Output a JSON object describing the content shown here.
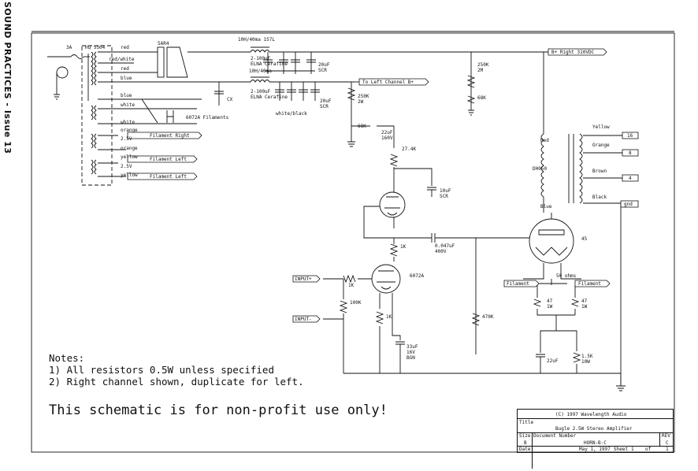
{
  "side_title": "SOUND PRACTICES - Issue 13",
  "notes": {
    "heading": "Notes:",
    "line1": "1) All resistors 0.5W unless specified",
    "line2": "2) Right channel shown, duplicate for left."
  },
  "disclaimer": "This schematic is for non-profit use only!",
  "title_block": {
    "copyright": "(C) 1997 Wavelength Audio",
    "title_label": "Title",
    "title": "Bugle 2.5W Stereo Amplifier",
    "size_label": "Size",
    "doc_label": "Document Number",
    "rev_label": "REV",
    "size": "B",
    "doc_number": "HORN-B-C",
    "rev": "C",
    "date_label": "Date:",
    "date": "May  1, 1997",
    "sheet_label": "Sheet",
    "sheet": "1",
    "of": "of",
    "sheets": "1"
  },
  "labels": {
    "fuse": "3A",
    "transformer": "HQ 5504",
    "rectifier": "5AR4",
    "choke1": "10H/40ma 157L",
    "choke2": "10H/40ma",
    "cap_elna1": "2-100uF\nELNA Cerafine",
    "cap_elna2": "2-100uF\nELNA Cerafine",
    "cap_scr1": "20uF\nSCR",
    "cap_scr2": "20uF\nSCR",
    "cx": "CX",
    "r_250k_2m": "250K\n2M",
    "r_68k_top": "68K",
    "r_250k_2w": "250K\n2W",
    "r_68k": "68K",
    "c_22uf_160v": "22uF\n160V",
    "r_27_4k": "27.4K",
    "c_10uf_scr": "10uF\nSCR",
    "r_1k_plate": "1K",
    "c_coupling": "0.047uF\n400V",
    "r_1k_grid": "1K",
    "r_100k": "100K",
    "r_1k_cath": "1K",
    "c_33uf": "33uF\n16V\nBGN",
    "r_470k": "470K",
    "tube_6072a": "6072A",
    "tube_45": "45",
    "pot_50": "50 ohms",
    "r_47_a": "47\n1W",
    "r_47_b": "47\n1W",
    "c_22uf": "22uF",
    "r_1_5k": "1.5K\n10W",
    "ot": "DH050",
    "fil_6072a": "6072A Filaments",
    "white_black": "white/black",
    "red_lbl": "Red",
    "blue_lbl": "Blue",
    "yellow_lbl": "Yellow",
    "orange_lbl": "Orange",
    "brown_lbl": "Brown",
    "black_lbl": "Black",
    "wires": [
      "red",
      "red/white",
      "red",
      "blue",
      "blue",
      "white",
      "white",
      "orange",
      "2.5V",
      "orange",
      "yellow",
      "2.5V",
      "yellow"
    ],
    "pins": [
      "16",
      "8",
      "4",
      "gnd"
    ]
  },
  "tags": {
    "b_plus_right": "B+ Right 310VDC",
    "to_left": "To Left Channel B+",
    "fil_right": "Filament Right",
    "fil_left1": "Filament Left",
    "fil_left2": "Filament Left",
    "input_plus": "INPUT+",
    "input_minus": "INPUT-",
    "filament_a": "Filament",
    "filament_b": "Filament"
  }
}
